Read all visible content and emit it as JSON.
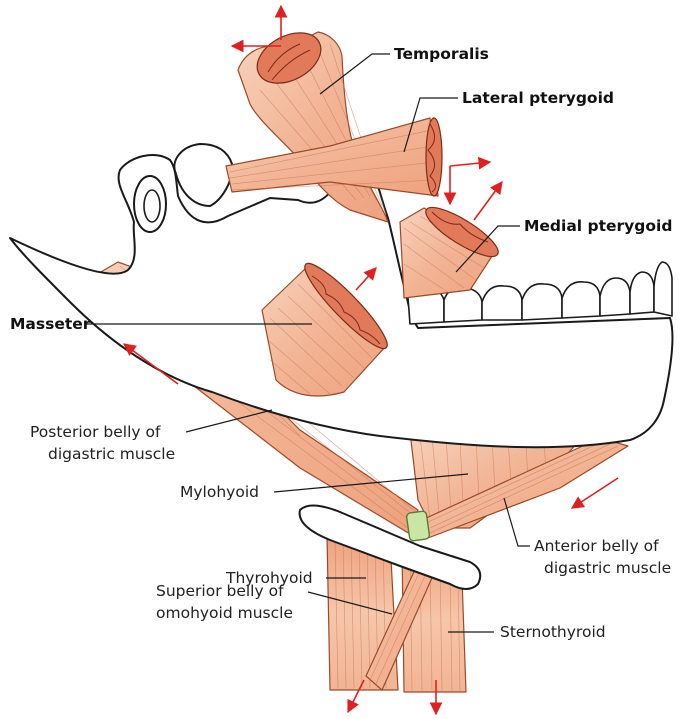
{
  "labels": {
    "temporalis": "Temporalis",
    "lateral_pterygoid": "Lateral pterygoid",
    "medial_pterygoid": "Medial pterygoid",
    "masseter": "Masseter",
    "posterior_belly_1": "Posterior belly of",
    "posterior_belly_2": "digastric muscle",
    "mylohyoid": "Mylohyoid",
    "anterior_belly_1": "Anterior belly of",
    "anterior_belly_2": "digastric muscle",
    "thyrohyoid": "Thyrohyoid",
    "superior_belly_1": "Superior belly of",
    "superior_belly_2": "omohyoid muscle",
    "sternothyroid": "Sternothyroid"
  },
  "colors": {
    "muscle": "#f2b494",
    "muscle_light": "#f8d2bc",
    "muscle_cut": "#e27a5a",
    "tendon": "#c9e6a6",
    "arrow": "#e02020",
    "bone": "#ffffff",
    "outline": "#1a1a1a"
  }
}
